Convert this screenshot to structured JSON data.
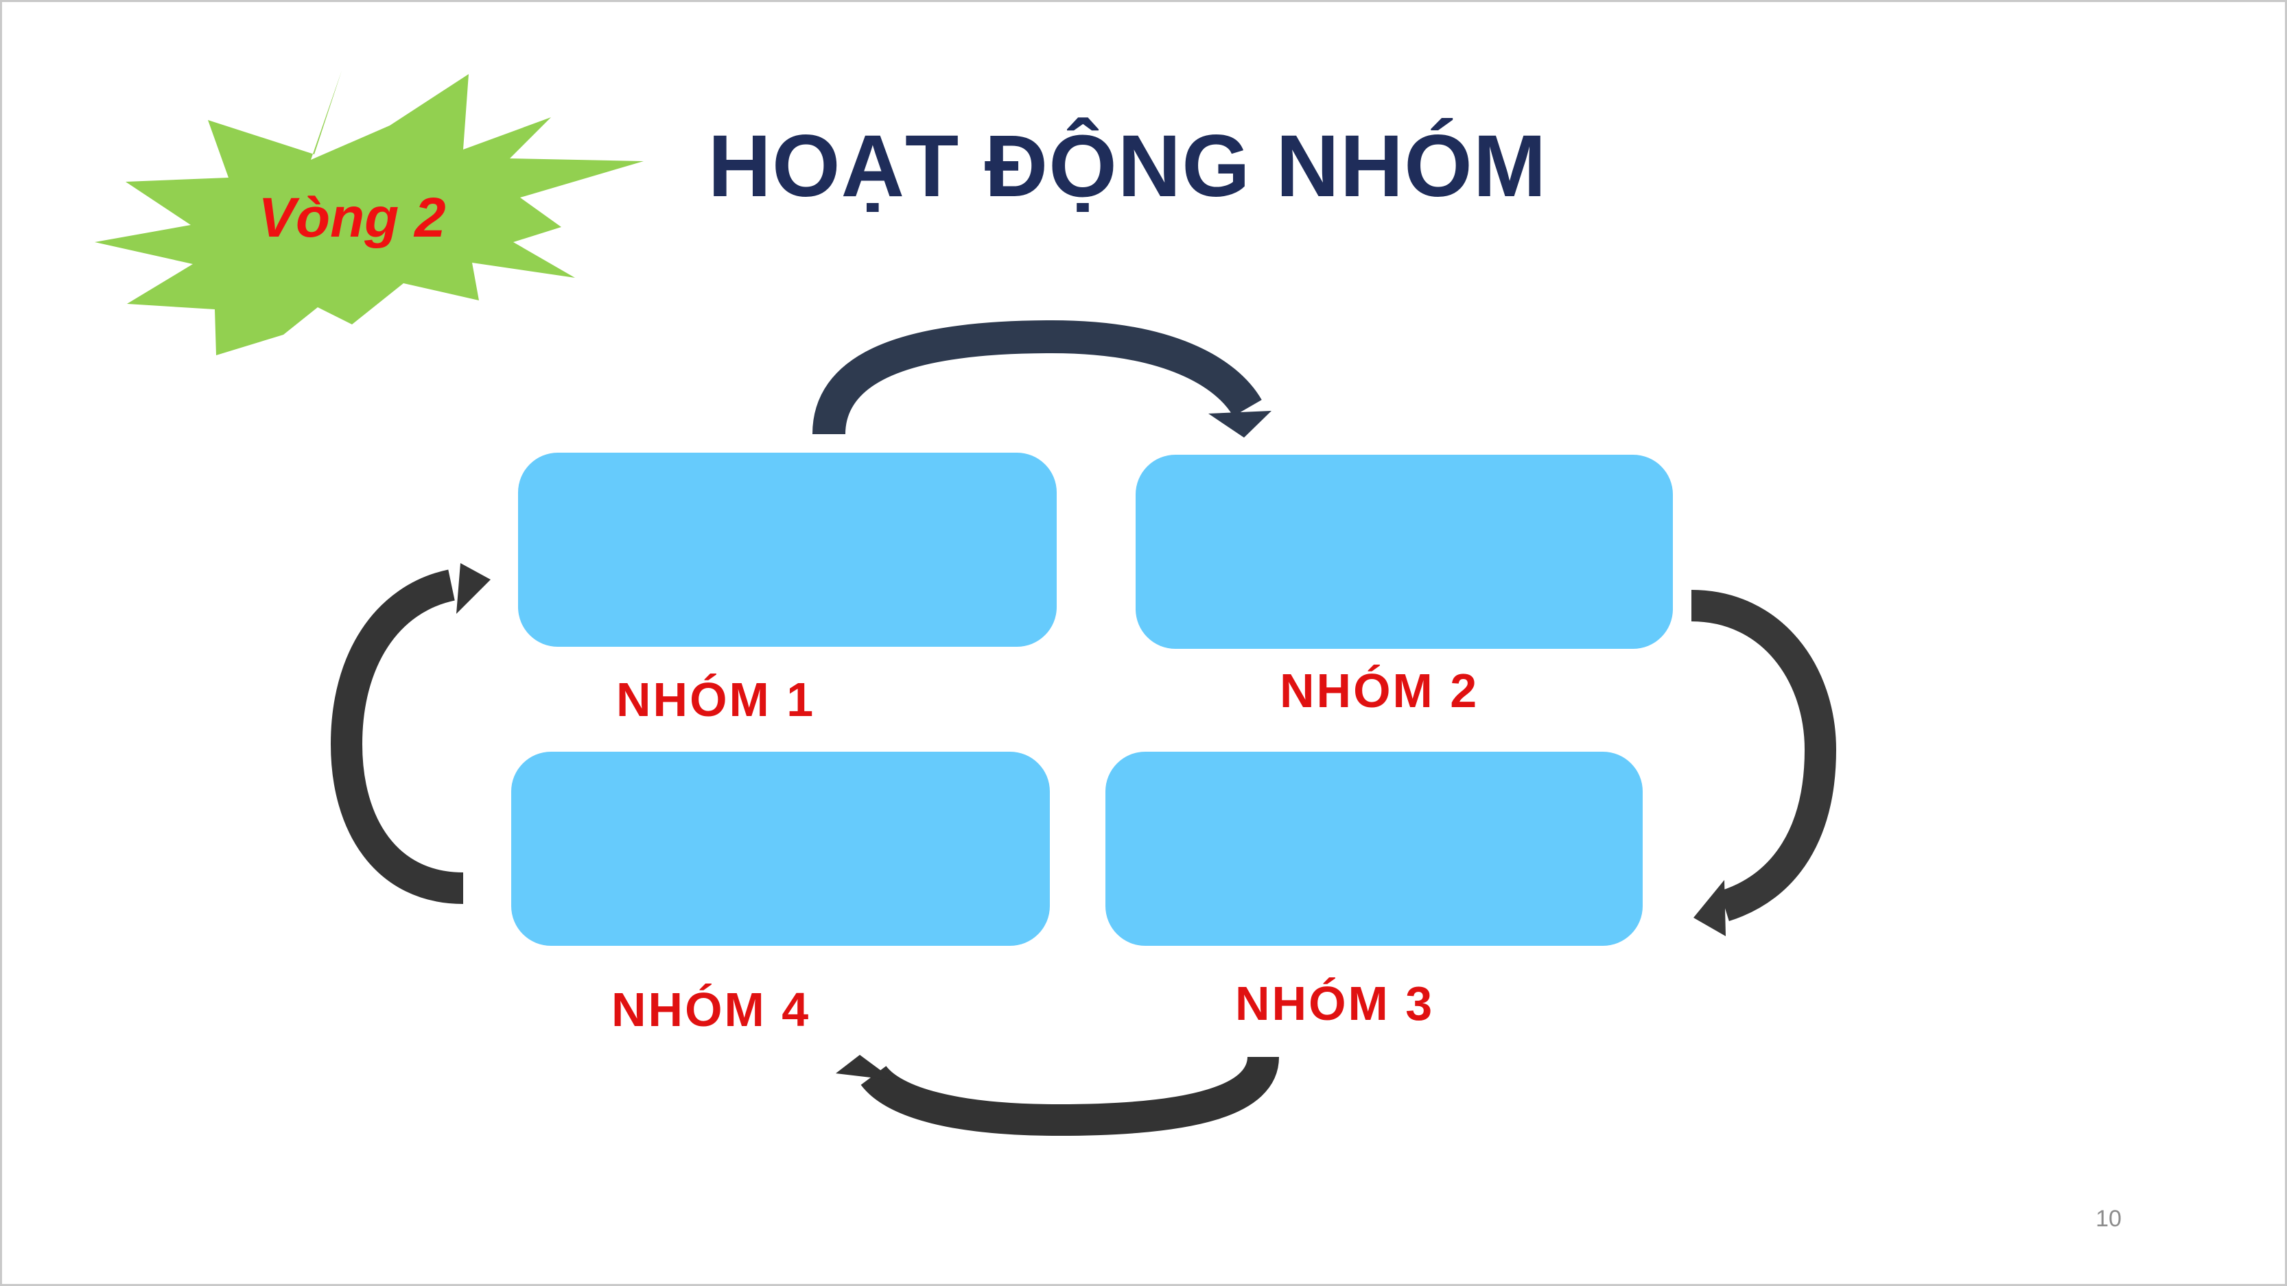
{
  "slide": {
    "title": "HOẠT ĐỘNG NHÓM",
    "badge": {
      "label": "Vòng 2",
      "shape": "starburst",
      "fill_color": "#92d050",
      "text_color": "#ee1111"
    },
    "page_number": "10"
  },
  "groups": [
    {
      "id": "g1",
      "label": "NHÓM 1"
    },
    {
      "id": "g2",
      "label": "NHÓM 2"
    },
    {
      "id": "g3",
      "label": "NHÓM 3"
    },
    {
      "id": "g4",
      "label": "NHÓM 4"
    }
  ],
  "cycle": {
    "direction": "clockwise",
    "order": [
      "NHÓM 1",
      "NHÓM 2",
      "NHÓM 3",
      "NHÓM 4"
    ]
  },
  "colors": {
    "box_fill": "#66cbfc",
    "group_label": "#e01111",
    "title": "#1f2d5a",
    "arrow": "#3a3a3a"
  }
}
